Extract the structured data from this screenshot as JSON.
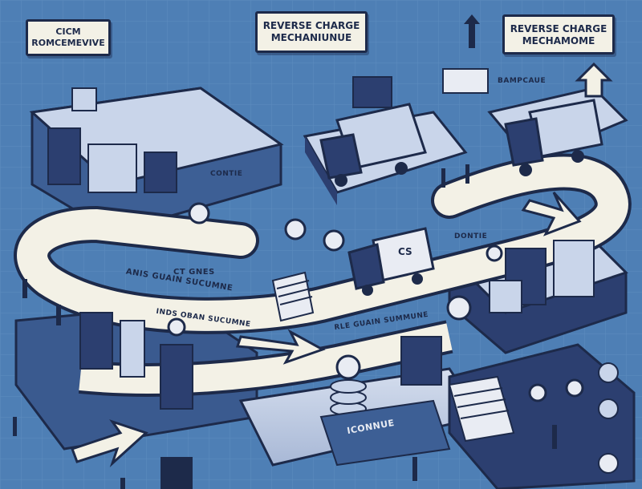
{
  "labels": {
    "top_left": {
      "line1": "CICM",
      "line2": "ROMCEMEVIVE"
    },
    "top_center": {
      "line1": "REVERSE CHARGE",
      "line2": "MECHANIUNUE"
    },
    "top_right": {
      "line1": "REVERSE CHARGE",
      "line2": "MECHAMOME"
    }
  },
  "road_text": {
    "middle": "ANIS GUAIN SUCUMNE",
    "middle_b": "CT GNES",
    "lower": "INDS OBAN SUCUMNE",
    "right": "RLE GUAIN SUMMUNE",
    "dock": "ICONNUE",
    "small_center": "CONTIE",
    "small_right_top": "BAMPCAUE",
    "small_right_mid": "DONTIE"
  },
  "truck_cargo_text": "CS",
  "colors": {
    "background": "#4e7fb5",
    "road": "#f3f1e6",
    "outline": "#1d2a4a",
    "building_dark": "#2c3f70",
    "building_light": "#c9d5ea"
  }
}
